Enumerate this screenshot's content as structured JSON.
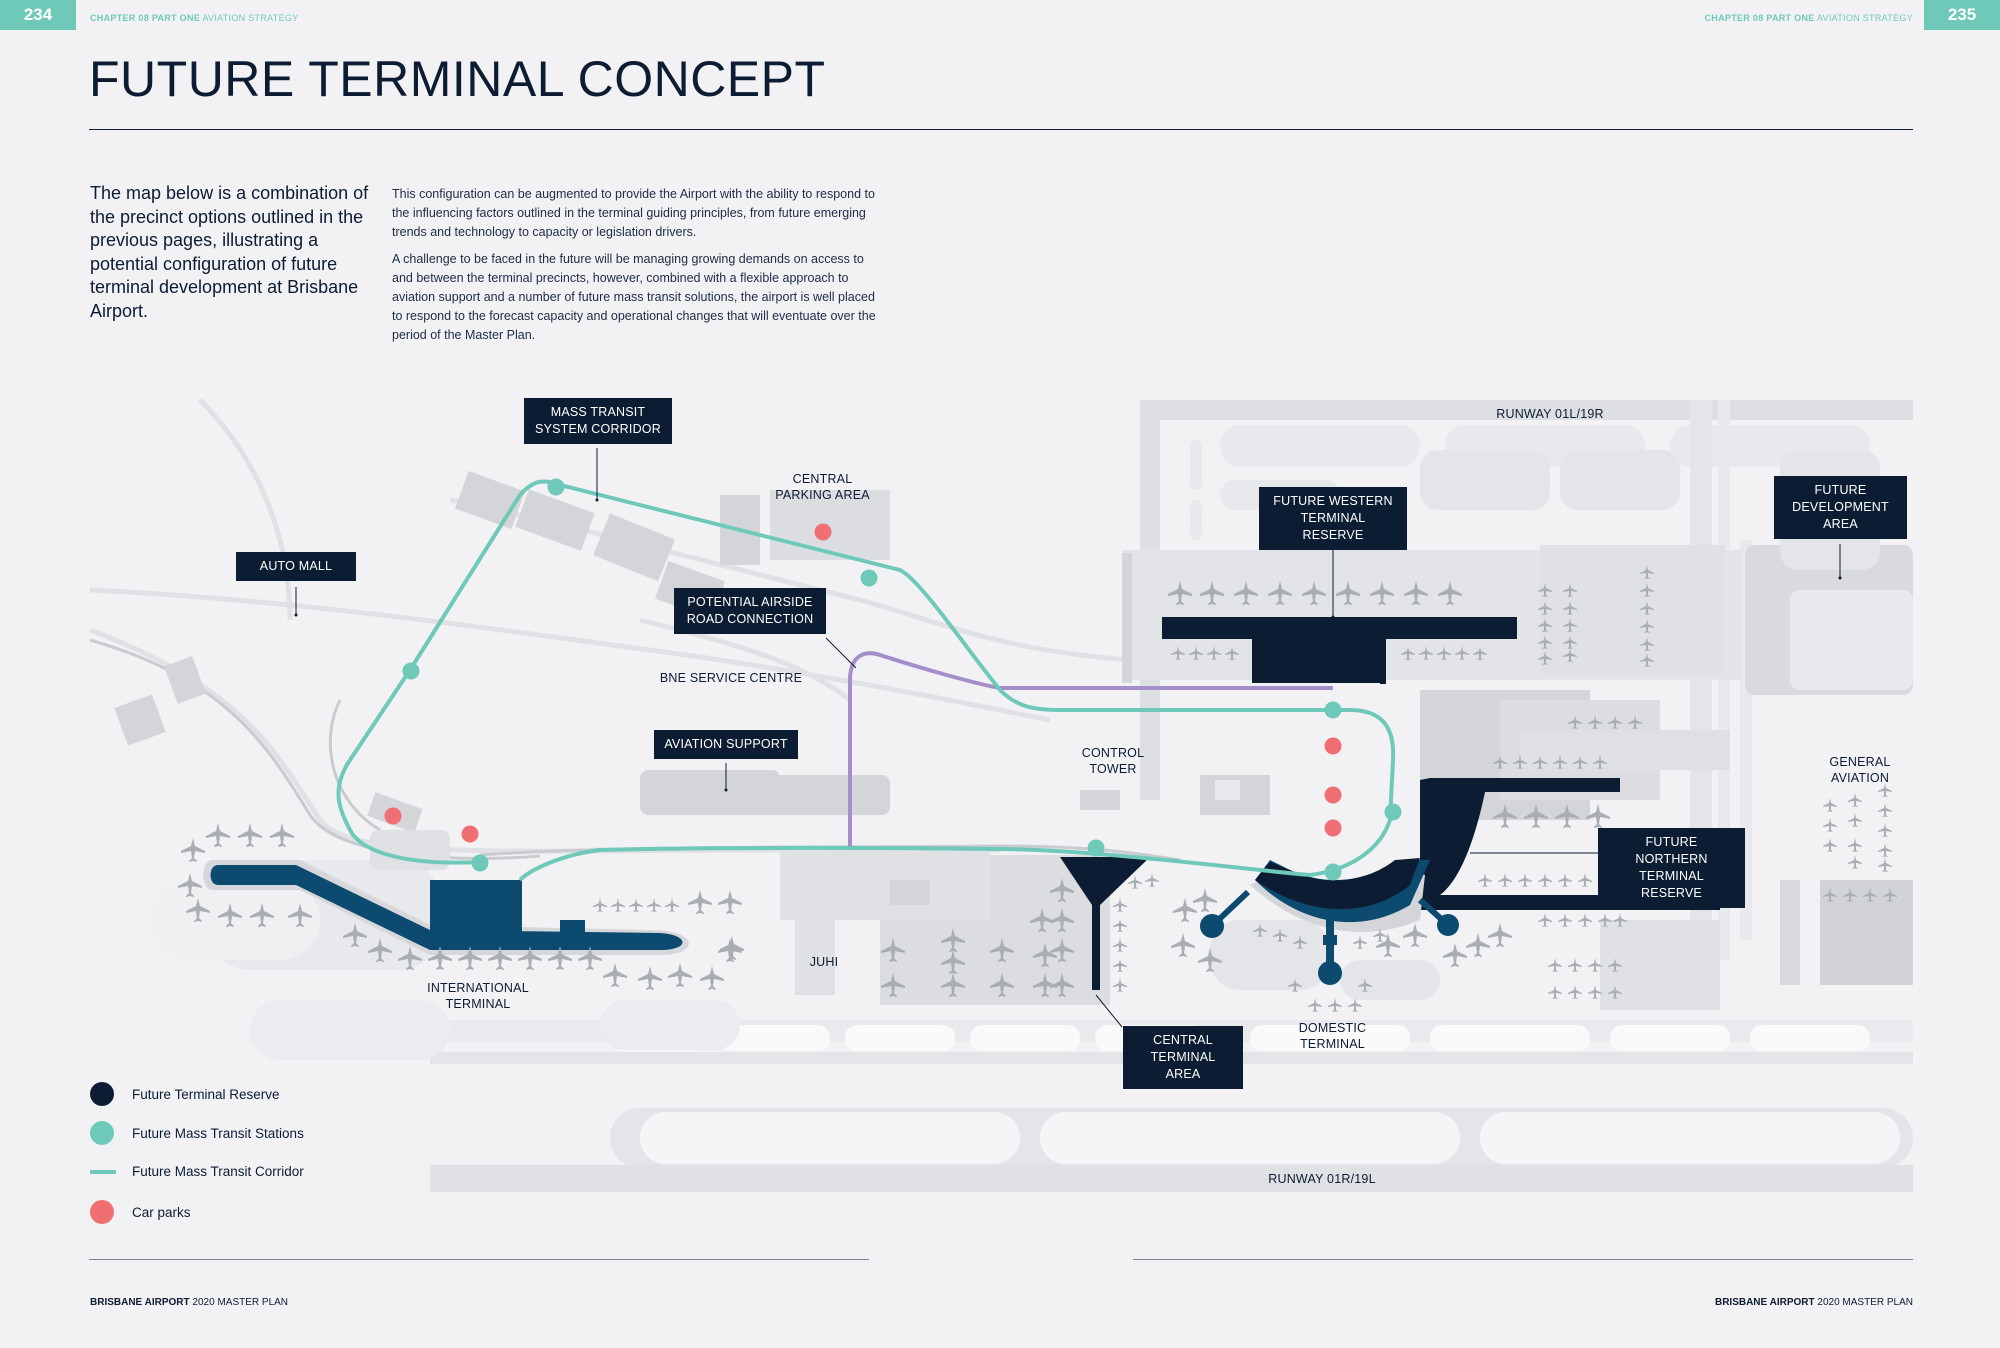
{
  "header": {
    "left_page_number": "234",
    "right_page_number": "235",
    "chapter_bold": "CHAPTER 08 PART ONE",
    "chapter_light": "AVIATION STRATEGY"
  },
  "title": "FUTURE TERMINAL CONCEPT",
  "lead_text": "The map below is a combination of the precinct options outlined in the previous pages, illustrating a potential configuration of future terminal development at Brisbane Airport.",
  "body_paragraphs": [
    "This configuration can be augmented to provide the Airport with the ability to respond to the influencing factors outlined in the terminal guiding principles, from future emerging trends and technology to capacity or legislation drivers.",
    "A challenge to be faced in the future will be managing growing demands on access to and between the terminal precincts, however, combined with a flexible approach to aviation support and a number of future mass transit solutions, the airport is well placed to respond to the forecast capacity and operational changes that will eventuate over the period of the Master Plan."
  ],
  "map_labels": {
    "mass_transit": "MASS TRANSIT SYSTEM CORRIDOR",
    "auto_mall": "AUTO MALL",
    "central_parking": "CENTRAL PARKING AREA",
    "airside_road": "POTENTIAL AIRSIDE ROAD CONNECTION",
    "bne_service": "BNE SERVICE CENTRE",
    "aviation_support": "AVIATION SUPPORT",
    "control_tower": "CONTROL TOWER",
    "future_western": "FUTURE WESTERN TERMINAL RESERVE",
    "future_development": "FUTURE DEVELOPMENT AREA",
    "general_aviation": "GENERAL AVIATION",
    "future_northern": "FUTURE NORTHERN TERMINAL RESERVE",
    "international": "INTERNATIONAL TERMINAL",
    "juhi": "JUHI",
    "central_terminal": "CENTRAL TERMINAL AREA",
    "domestic": "DOMESTIC TERMINAL",
    "runway_top": "RUNWAY 01L/19R",
    "runway_bottom": "RUNWAY 01R/19L"
  },
  "legend": [
    {
      "label": "Future Terminal Reserve",
      "color": "#0c1c33"
    },
    {
      "label": "Future Mass Transit Stations",
      "color": "#6fc9b9"
    },
    {
      "label": "Future Mass Transit Corridor",
      "color": "#6fc9b9"
    },
    {
      "label": "Car parks",
      "color": "#ef6f73"
    }
  ],
  "footer": {
    "brand_bold": "BRISBANE AIRPORT",
    "brand_light": "2020 MASTER PLAN"
  },
  "colors": {
    "navy": "#0c1c33",
    "teal": "#6fc9b9",
    "purple": "#a58fcb",
    "carpark": "#ef6f73",
    "terminal_blue": "#0d4a6f"
  }
}
